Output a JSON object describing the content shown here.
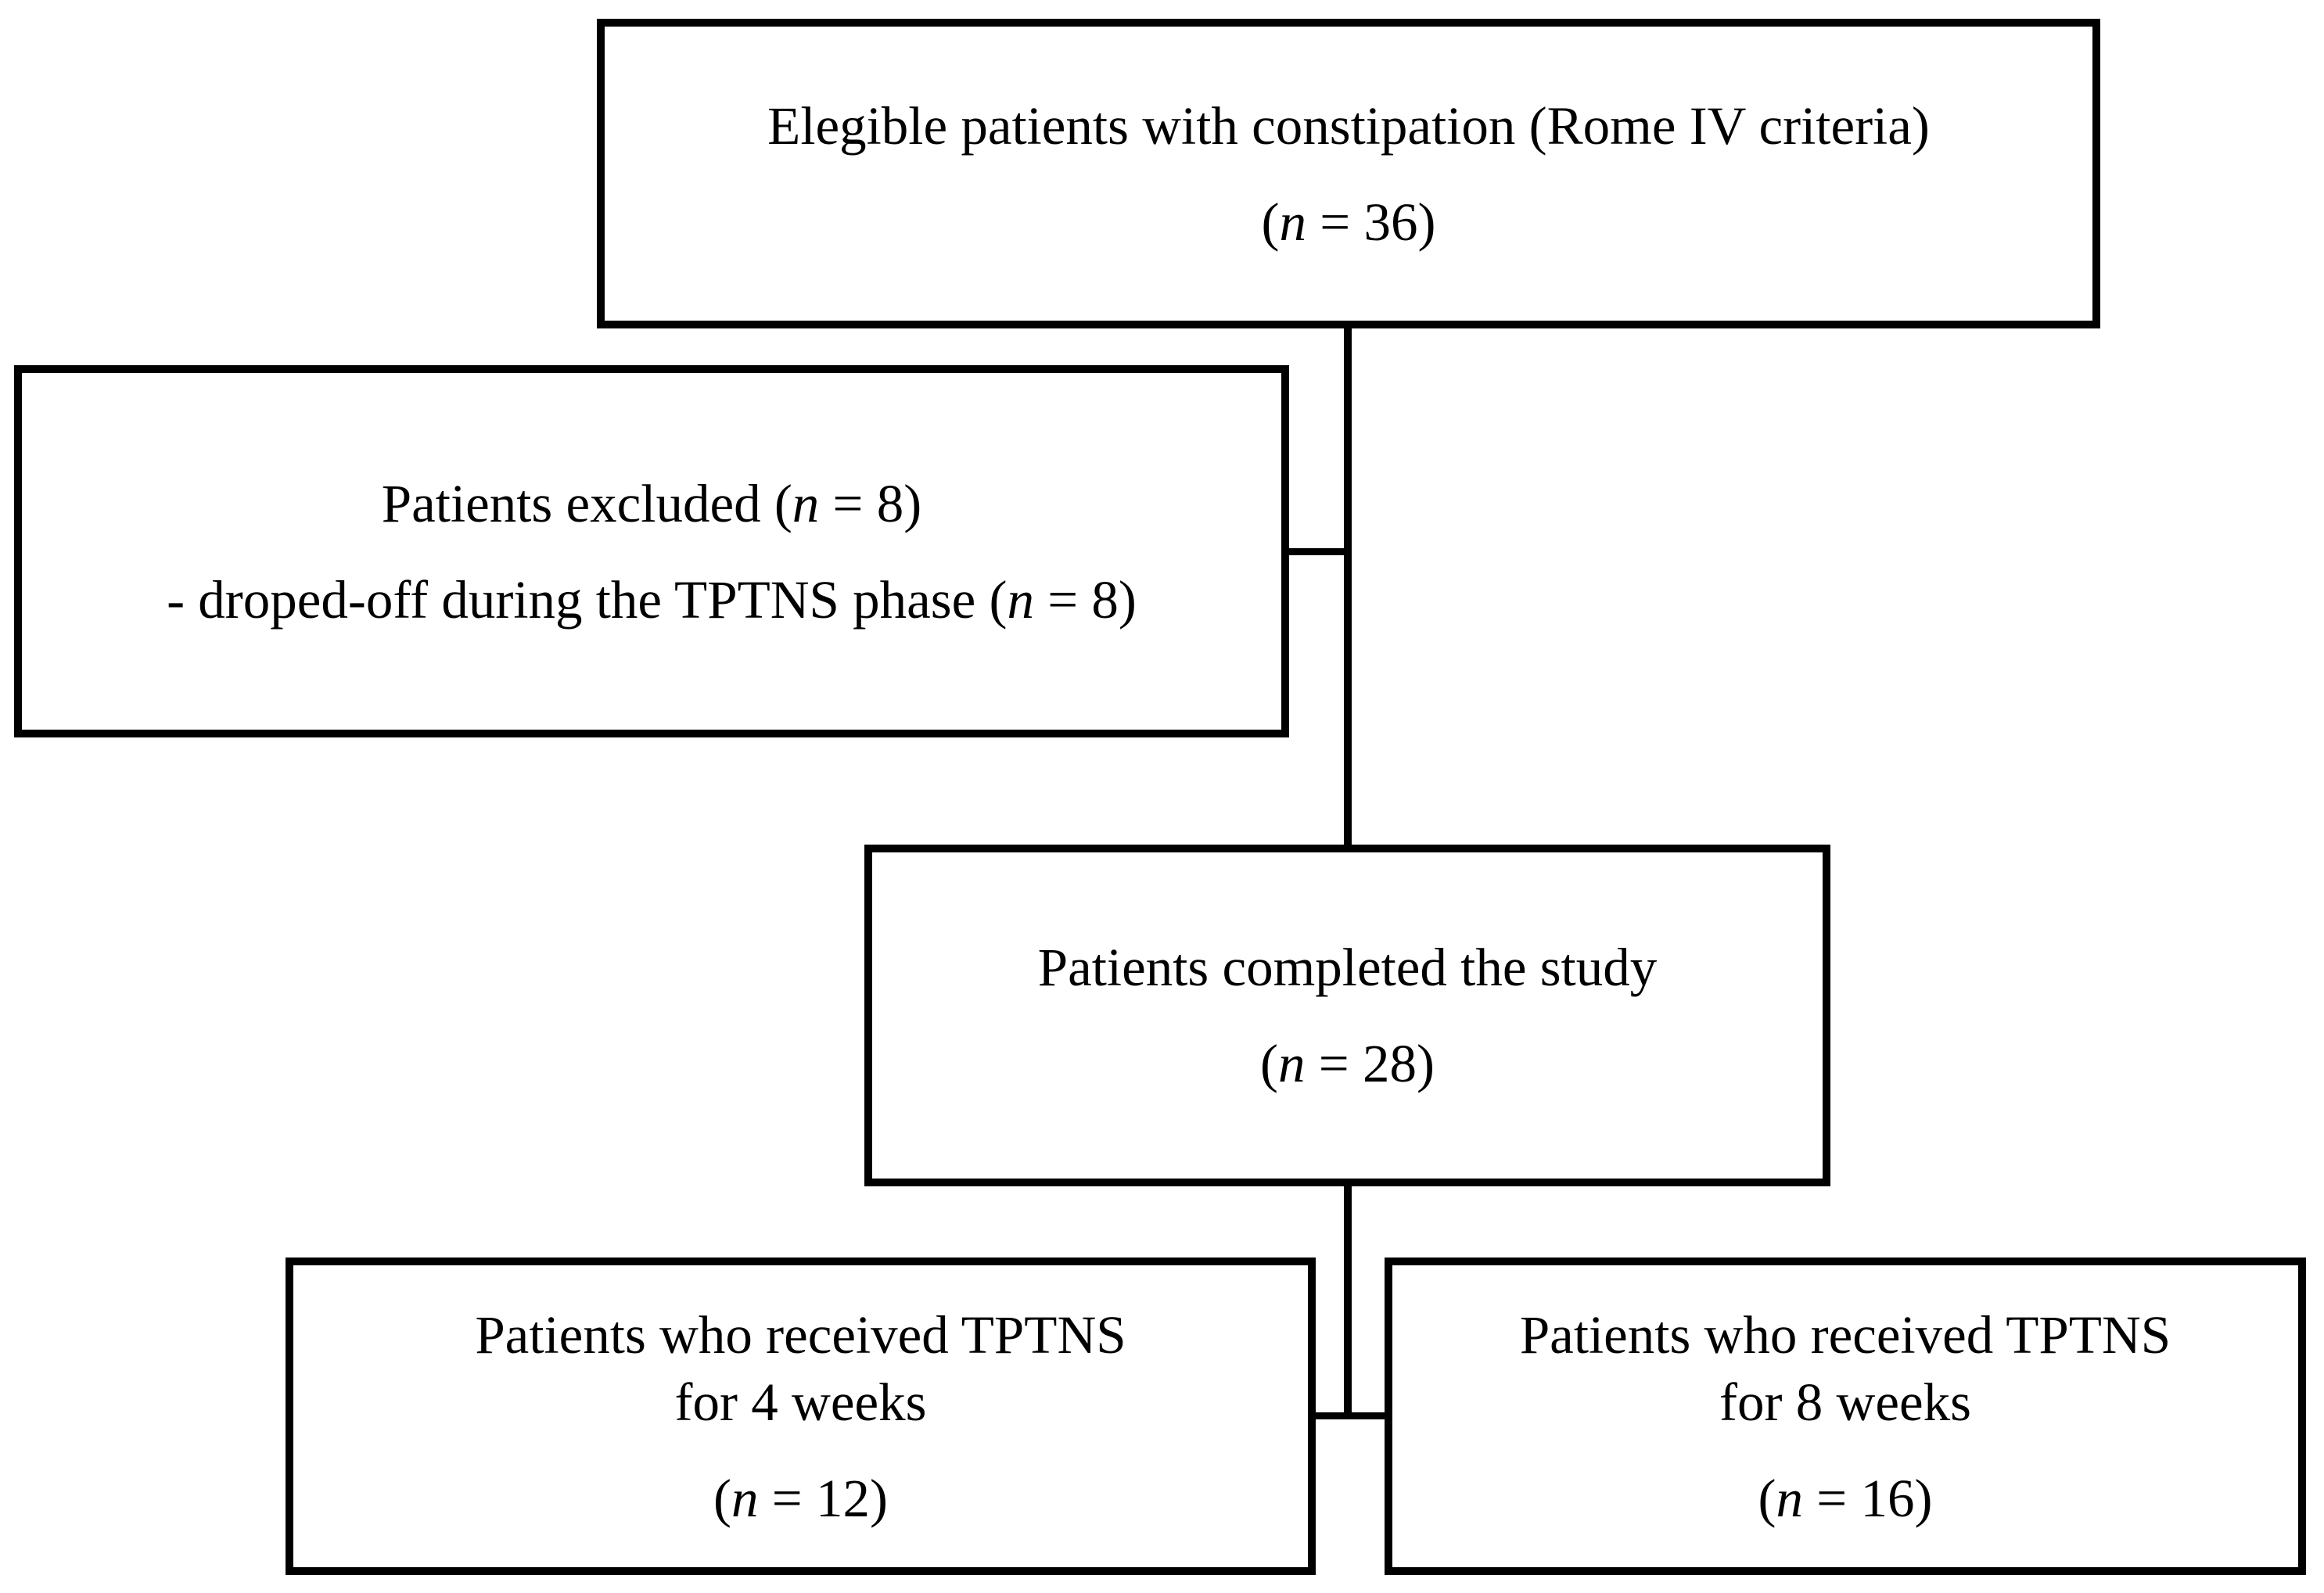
{
  "figure": {
    "type": "flowchart",
    "background_color": "#ffffff",
    "line_color": "#000000",
    "text_color": "#000000"
  },
  "boxes": {
    "eligible": {
      "lines": [
        {
          "segments": [
            {
              "text": "Elegible patients with constipation (Rome IV criteria)"
            }
          ]
        },
        {
          "segments": [
            {
              "text": "("
            },
            {
              "text": "n",
              "italic": true
            },
            {
              "text": " = 36)"
            }
          ]
        }
      ]
    },
    "excluded": {
      "lines": [
        {
          "segments": [
            {
              "text": "Patients excluded ("
            },
            {
              "text": "n",
              "italic": true
            },
            {
              "text": " = 8)"
            }
          ]
        },
        {
          "segments": [
            {
              "text": "- droped-off during the TPTNS phase ("
            },
            {
              "text": "n",
              "italic": true
            },
            {
              "text": " = 8)"
            }
          ]
        }
      ]
    },
    "completed": {
      "lines": [
        {
          "segments": [
            {
              "text": "Patients completed the study"
            }
          ]
        },
        {
          "segments": [
            {
              "text": "("
            },
            {
              "text": "n",
              "italic": true
            },
            {
              "text": " = 28)"
            }
          ]
        }
      ]
    },
    "tptns4": {
      "lines": [
        {
          "segments": [
            {
              "text": "Patients who received TPTNS"
            }
          ]
        },
        {
          "segments": [
            {
              "text": "for 4 weeks"
            }
          ]
        },
        {
          "segments": [
            {
              "text": "("
            },
            {
              "text": "n",
              "italic": true
            },
            {
              "text": " = 12)"
            }
          ]
        }
      ]
    },
    "tptns8": {
      "lines": [
        {
          "segments": [
            {
              "text": "Patients who received TPTNS"
            }
          ]
        },
        {
          "segments": [
            {
              "text": "for 8 weeks"
            }
          ]
        },
        {
          "segments": [
            {
              "text": "("
            },
            {
              "text": "n",
              "italic": true
            },
            {
              "text": " = 16)"
            }
          ]
        }
      ]
    }
  },
  "edges": [
    {
      "from": "eligible",
      "to": "completed"
    },
    {
      "from": "eligible",
      "to": "excluded"
    },
    {
      "from": "completed",
      "to": "tptns4"
    },
    {
      "from": "completed",
      "to": "tptns8"
    }
  ]
}
